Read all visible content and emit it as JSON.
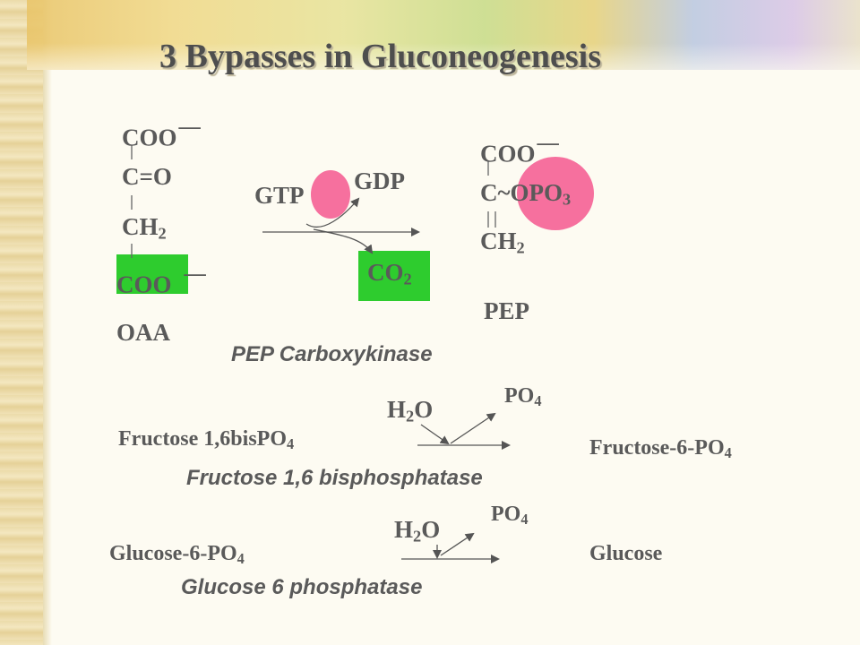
{
  "slide": {
    "title": "3 Bypasses in Gluconeogenesis",
    "colors": {
      "text": "#5a5a5a",
      "highlight_green": "#2ecc2e",
      "highlight_pink": "#f6709e"
    },
    "bypass1": {
      "oaa": {
        "line1": "COO",
        "charge1": "—",
        "line2": "C=O",
        "line3": "CH",
        "line3_sub": "2",
        "line4": "COO",
        "charge4": "—",
        "label": "OAA"
      },
      "cofactor_in": "GTP",
      "cofactor_out": "GDP",
      "co2": "CO",
      "co2_sub": "2",
      "pep": {
        "line1": "COO",
        "charge1": "—",
        "line2": "C~OPO",
        "line2_sub": "3",
        "line3": "CH",
        "line3_sub": "2",
        "label": "PEP"
      },
      "enzyme": "PEP Carboxykinase"
    },
    "bypass2": {
      "substrate": "Fructose 1,6bisPO",
      "substrate_sub": "4",
      "water": "H",
      "water_sub": "2",
      "water_end": "O",
      "phosphate": "PO",
      "phosphate_sub": "4",
      "product": "Fructose-6-PO",
      "product_sub": "4",
      "enzyme": "Fructose 1,6 bisphosphatase"
    },
    "bypass3": {
      "substrate": "Glucose-6-PO",
      "substrate_sub": "4",
      "water": "H",
      "water_sub": "2",
      "water_end": "O",
      "phosphate": "PO",
      "phosphate_sub": "4",
      "product": "Glucose",
      "enzyme": "Glucose 6 phosphatase"
    }
  }
}
